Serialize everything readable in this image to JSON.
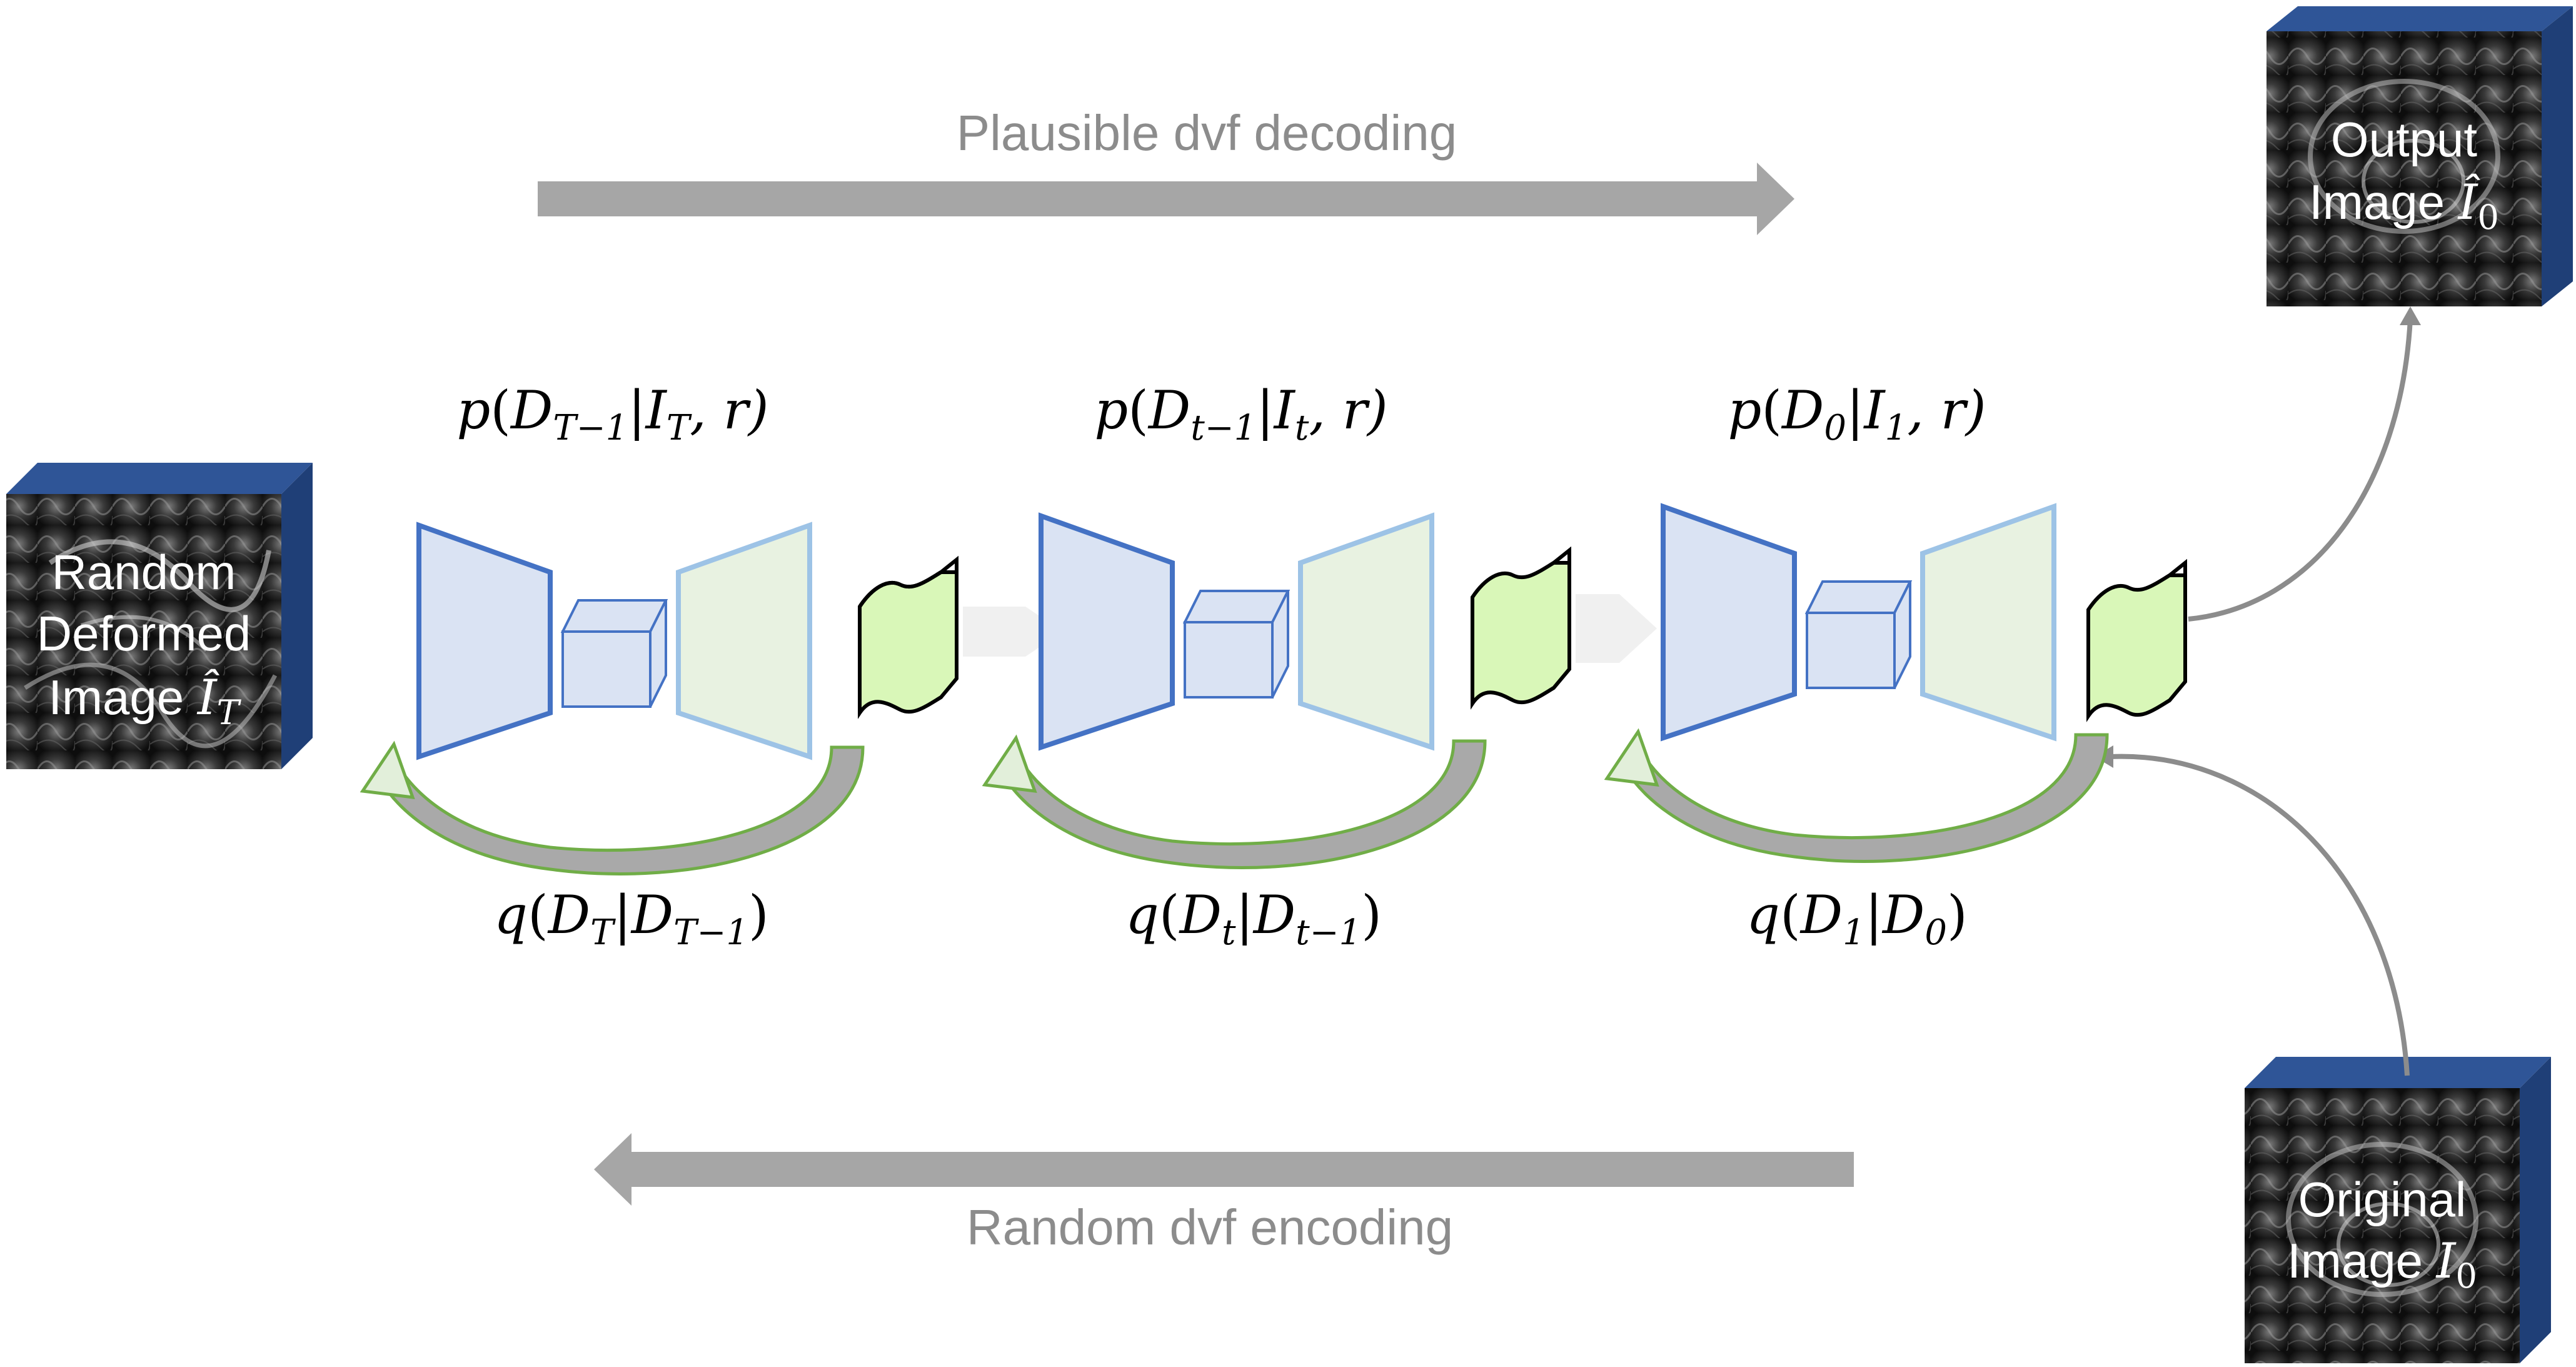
{
  "arrows": {
    "top_label": "Plausible dvf decoding",
    "bottom_label": "Random dvf encoding"
  },
  "images": {
    "left": {
      "line1": "Random",
      "line2": "Deformed",
      "line3_text": "Image ",
      "line3_sym": "Î",
      "line3_sub": "T"
    },
    "output": {
      "line1": "Output",
      "line2_text": "Image ",
      "line2_sym": "Î",
      "line2_sub": "0"
    },
    "original": {
      "line1": "Original",
      "line2_text": "Image ",
      "line2_sym": "I",
      "line2_sub": "0"
    }
  },
  "stages": [
    {
      "p": {
        "D": "D",
        "D_sub": "T−1",
        "I": "I",
        "I_sub": "T",
        "tail": ", r)"
      },
      "q": {
        "D1": "D",
        "D1_sub": "T",
        "D2": "D",
        "D2_sub": "T−1"
      }
    },
    {
      "p": {
        "D": "D",
        "D_sub": "t−1",
        "I": "I",
        "I_sub": "t",
        "tail": ", r)"
      },
      "q": {
        "D1": "D",
        "D1_sub": "t",
        "D2": "D",
        "D2_sub": "t−1"
      }
    },
    {
      "p": {
        "D": "D",
        "D_sub": "0",
        "I": "I",
        "I_sub": "1",
        "tail": ", r)"
      },
      "q": {
        "D1": "D",
        "D1_sub": "1",
        "D2": "D",
        "D2_sub": "0"
      }
    }
  ],
  "colors": {
    "encoder_stroke": "#4472c4",
    "encoder_fill": "#dae3f3",
    "decoder_stroke": "#9dc3e6",
    "decoder_fill": "#e2efda",
    "dvf_fill": "#d9f7b8",
    "loop_stroke": "#70ad47",
    "gray_arrow": "#a6a6a6",
    "box_side": "#2f5597"
  }
}
